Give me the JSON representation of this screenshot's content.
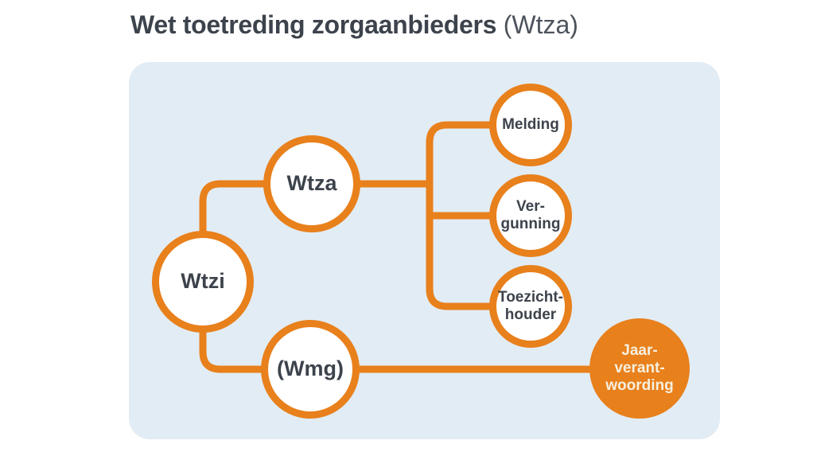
{
  "title": {
    "main": "Wet toetreding zorgaanbieders",
    "suffix": "(Wtza)"
  },
  "colors": {
    "orange": "#e8801c",
    "panel_blue": "#e2ecf4",
    "text_dark": "#3d434c",
    "text_cream": "#f6efdd",
    "page_bg": "#ffffff",
    "node_fill": "#ffffff"
  },
  "diagram": {
    "nodes": {
      "wtza": {
        "label": "Wtza"
      },
      "wtzi": {
        "label": "Wtzi"
      },
      "wmg": {
        "label": "(Wmg)"
      },
      "melding": {
        "lines": [
          "Melding"
        ]
      },
      "vergunning": {
        "lines": [
          "Ver-",
          "gunning"
        ]
      },
      "toezichthouder": {
        "lines": [
          "Toezicht-",
          "houder"
        ]
      },
      "jaarverantwoording": {
        "lines": [
          "Jaar-",
          "verant-",
          "woording"
        ]
      }
    },
    "edges": [
      "Wtzi - Wtza",
      "Wtzi - (Wmg)",
      "Wtza - Melding",
      "Wtza - Ver-gunning",
      "Wtza - Toezicht-houder",
      "(Wmg) - Jaar-verant-woording"
    ]
  }
}
